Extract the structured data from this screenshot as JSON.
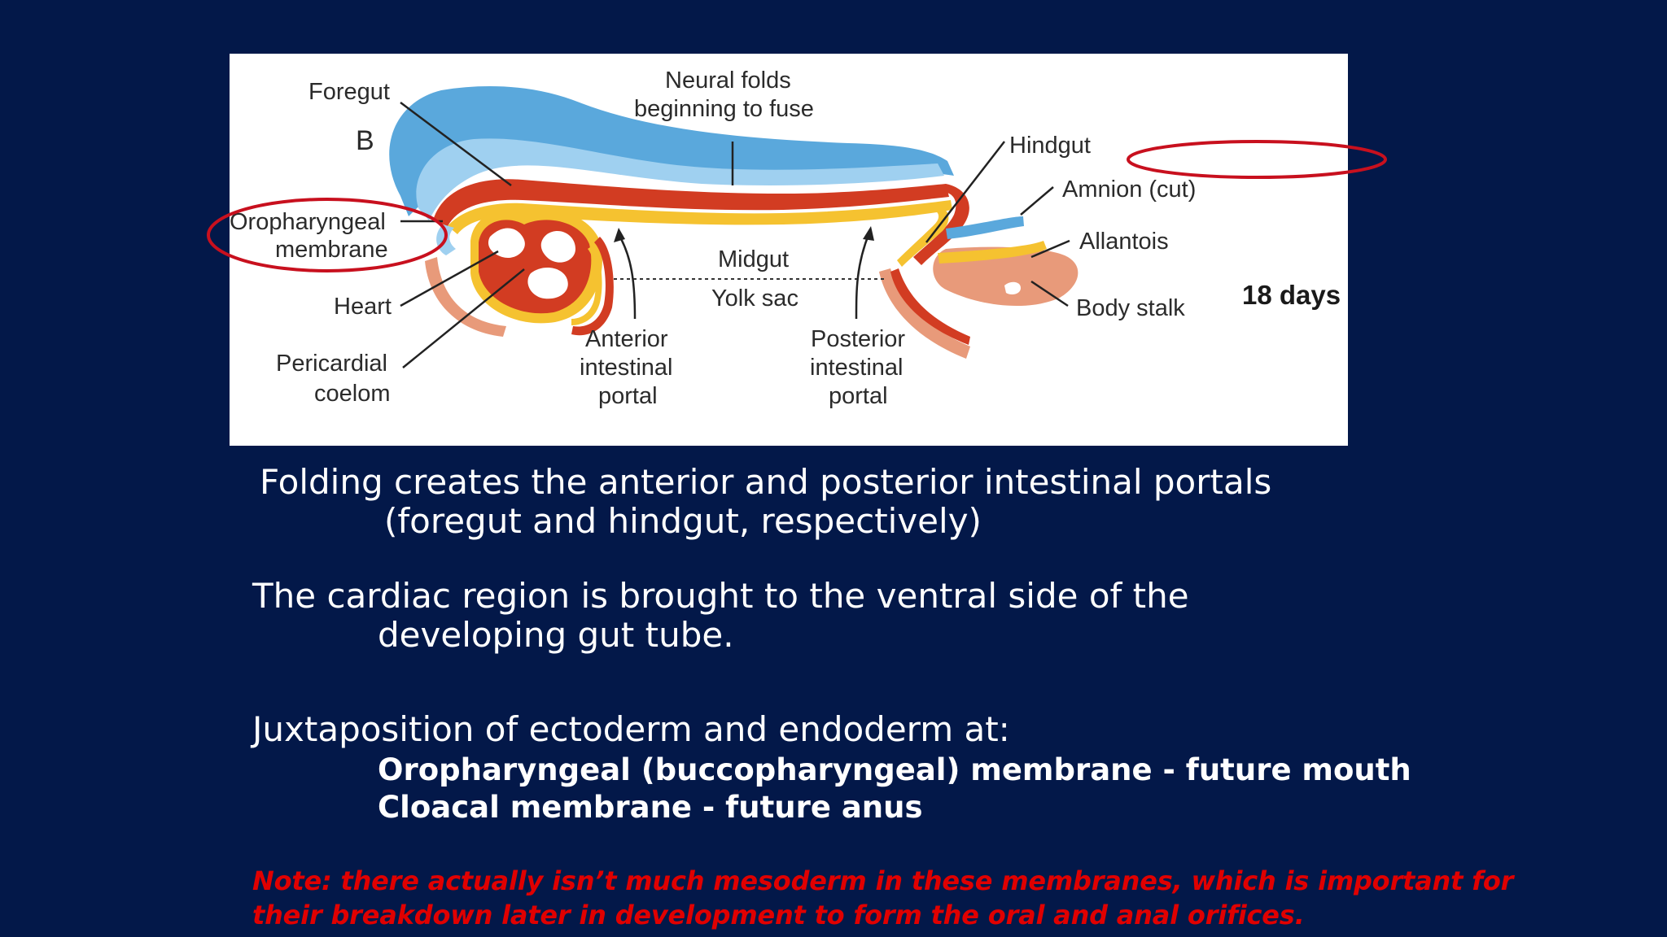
{
  "figure": {
    "panel_letter": "B",
    "labels": {
      "foregut": "Foregut",
      "neural_folds_1": "Neural folds",
      "neural_folds_2": "beginning to fuse",
      "hindgut": "Hindgut",
      "amnion": "Amnion (cut)",
      "allantois": "Allantois",
      "body_stalk": "Body stalk",
      "age": "18 days",
      "oro_1": "Oropharyngeal",
      "oro_2": "membrane",
      "heart": "Heart",
      "pericardial_1": "Pericardial",
      "pericardial_2": "coelom",
      "midgut": "Midgut",
      "yolk_sac": "Yolk sac",
      "anterior_1": "Anterior",
      "anterior_2": "intestinal",
      "anterior_3": "portal",
      "posterior_1": "Posterior",
      "posterior_2": "intestinal",
      "posterior_3": "portal"
    },
    "colors": {
      "ectoderm": "#5aa8dc",
      "ectoderm_light": "#9fd0f0",
      "mesoderm": "#d23c22",
      "endoderm": "#f5c230",
      "allantois": "#e89a7a",
      "highlight_ellipse": "#c8101e"
    }
  },
  "bullets": [
    {
      "line1": "Folding creates the anterior and posterior intestinal portals",
      "line2": "(foregut and hindgut, respectively)"
    },
    {
      "line1": "The cardiac region is brought to the ventral side of the",
      "line2": "developing gut tube."
    },
    {
      "line1": "Juxtaposition of ectoderm and endoderm at:"
    }
  ],
  "sub_points": [
    "Oropharyngeal (buccopharyngeal) membrane - future mouth",
    "Cloacal membrane - future anus"
  ],
  "note": {
    "line1": "Note: there actually isn’t much mesoderm in these membranes, which is important for",
    "line2": "their breakdown later in development to form the oral and anal orifices.",
    "color": "#e00000"
  },
  "background_color": "#031849"
}
